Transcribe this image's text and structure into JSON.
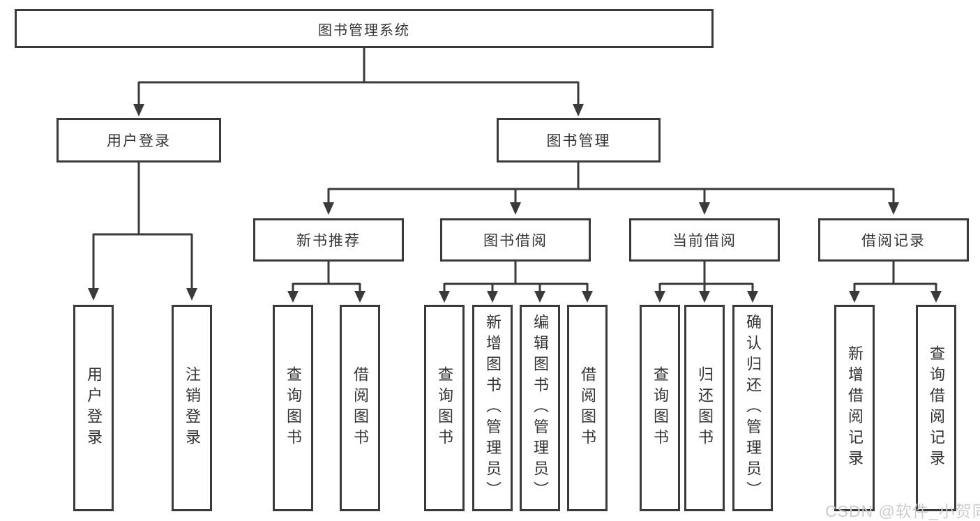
{
  "diagram_title": "图书管理系统",
  "colors": {
    "line": "#3a3a3a",
    "box_border": "#3a3a3a",
    "box_background": "#ffffff",
    "text": "#333333",
    "watermark": "#cbccd2"
  },
  "nodes": {
    "root": {
      "label": "图书管理系统"
    },
    "level2": [
      {
        "label": "用户登录"
      },
      {
        "label": "图书管理"
      }
    ],
    "level3": [
      {
        "label": "新书推荐"
      },
      {
        "label": "图书借阅"
      },
      {
        "label": "当前借阅"
      },
      {
        "label": "借阅记录"
      }
    ],
    "leaves": [
      {
        "label": "用户登录",
        "parent": "用户登录"
      },
      {
        "label": "注销登录",
        "parent": "用户登录"
      },
      {
        "label": "查询图书",
        "parent": "新书推荐"
      },
      {
        "label": "借阅图书",
        "parent": "新书推荐"
      },
      {
        "label": "查询图书",
        "parent": "图书借阅"
      },
      {
        "label": "新增图书（管理员）",
        "parent": "图书借阅"
      },
      {
        "label": "编辑图书（管理员）",
        "parent": "图书借阅"
      },
      {
        "label": "借阅图书",
        "parent": "图书借阅"
      },
      {
        "label": "查询图书",
        "parent": "当前借阅"
      },
      {
        "label": "归还图书",
        "parent": "当前借阅"
      },
      {
        "label": "确认归还（管理员）",
        "parent": "当前借阅"
      },
      {
        "label": "新增借阅记录",
        "parent": "借阅记录"
      },
      {
        "label": "查询借阅记录",
        "parent": "借阅记录"
      }
    ]
  },
  "watermark": {
    "text": "CSDN @软件_小贺同学"
  }
}
